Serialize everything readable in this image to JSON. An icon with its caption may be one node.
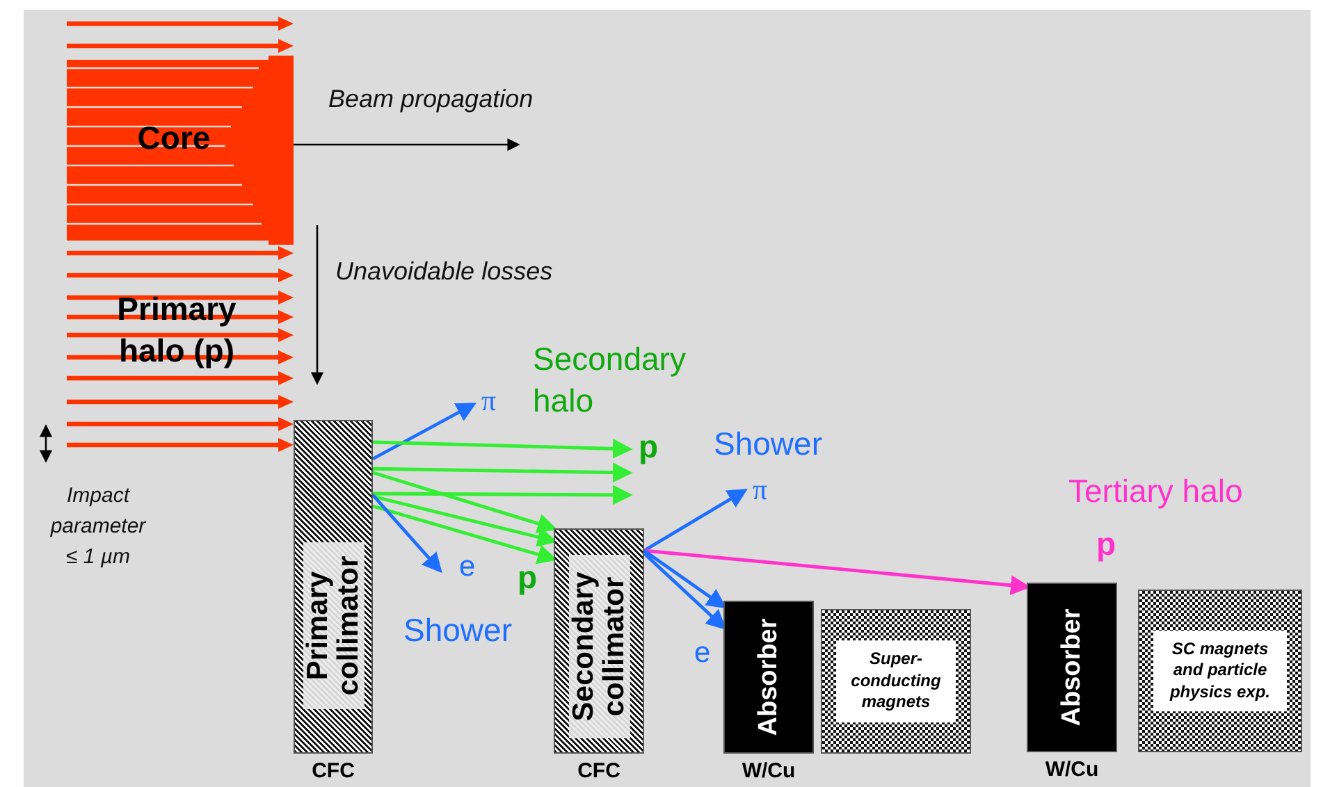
{
  "diagram": {
    "nodes": [
      {
        "text": [
          "Primary collimator"
        ],
        "beside": [
          "CFC"
        ]
      },
      {
        "text": [
          "Secondary collimator"
        ],
        "beside": [
          "CFC"
        ]
      },
      {
        "text": [
          "Absorber"
        ],
        "beside": [
          "W/Cu"
        ]
      },
      {
        "text": [
          "Super-conducting magnets"
        ]
      },
      {
        "text": [
          "Absorber"
        ],
        "beside": [
          "W/Cu"
        ]
      },
      {
        "text": [
          "SC magnets and particle physics exp."
        ]
      },
      {
        "text": [
          "π"
        ]
      },
      {
        "text": [
          "p"
        ]
      },
      {
        "text": [
          "π"
        ]
      },
      {
        "text": [
          "e"
        ]
      }
    ],
    "edges": [
      {
        "from": 0,
        "to": 6,
        "arrow": "to",
        "color": "#1e6fff"
      },
      {
        "from": 0,
        "to": 7,
        "arrow": "to",
        "color": "#33ee33"
      },
      {
        "from": 0,
        "to": 7,
        "arrow": "to",
        "color": "#33ee33"
      },
      {
        "from": 0,
        "to": 7,
        "arrow": "to",
        "color": "#33ee33"
      },
      {
        "from": 0,
        "to": 1,
        "arrow": "to",
        "color": "#33ee33"
      },
      {
        "from": 0,
        "to": 1,
        "arrow": "to",
        "color": "#33ee33"
      },
      {
        "from": 0,
        "to": 1,
        "arrow": "to",
        "color": "#33ee33"
      },
      {
        "from": 0,
        "to": 9,
        "arrow": "to",
        "color": "#1e6fff"
      },
      {
        "from": 1,
        "to": 8,
        "arrow": "to",
        "color": "#1e6fff"
      },
      {
        "from": 1,
        "to": 4,
        "arrow": "to",
        "color": "#ff33cc"
      },
      {
        "from": 1,
        "to": 2,
        "arrow": "to",
        "color": "#1e6fff"
      },
      {
        "from": 1,
        "to": 2,
        "arrow": "to",
        "color": "#1e6fff"
      }
    ],
    "labels": [
      "Beam propagation",
      "Core",
      "Unavoidable losses",
      "Primary halo (p)",
      "Secondary halo",
      "Shower",
      "Impact parameter ≤ 1 µm",
      "Tertiary halo",
      "p",
      "p",
      "Shower",
      "e"
    ]
  }
}
